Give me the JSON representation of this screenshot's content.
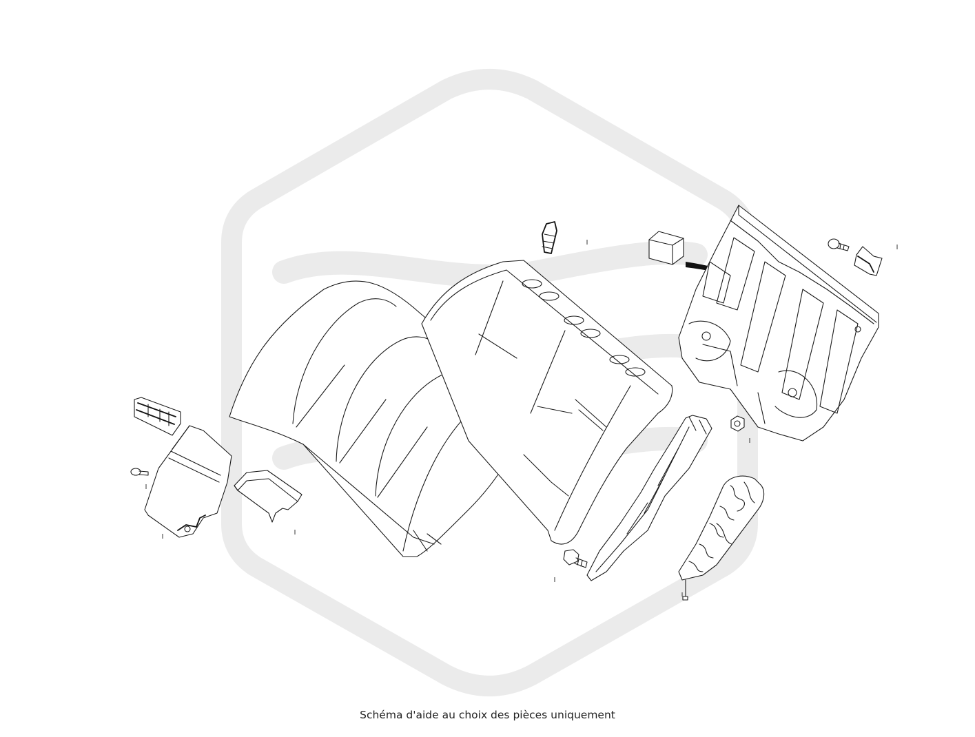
{
  "caption": "Schéma d'aide au choix des pièces uniquement",
  "watermark": {
    "color": "#ebebeb",
    "icon": "brand-hexagon-watermark"
  },
  "parts": [
    {
      "name": "armrest-cover"
    },
    {
      "name": "armrest-cupholder-insert"
    },
    {
      "name": "armrest-screw"
    },
    {
      "name": "armrest-trim-bracket"
    },
    {
      "name": "backrest-cover"
    },
    {
      "name": "backrest-foam"
    },
    {
      "name": "headrest-guide"
    },
    {
      "name": "latch-cover"
    },
    {
      "name": "backrest-frame"
    },
    {
      "name": "frame-screw"
    },
    {
      "name": "hinge-bracket"
    },
    {
      "name": "nut"
    },
    {
      "name": "side-trim-panel"
    },
    {
      "name": "trim-screw"
    },
    {
      "name": "heating-mat"
    }
  ]
}
